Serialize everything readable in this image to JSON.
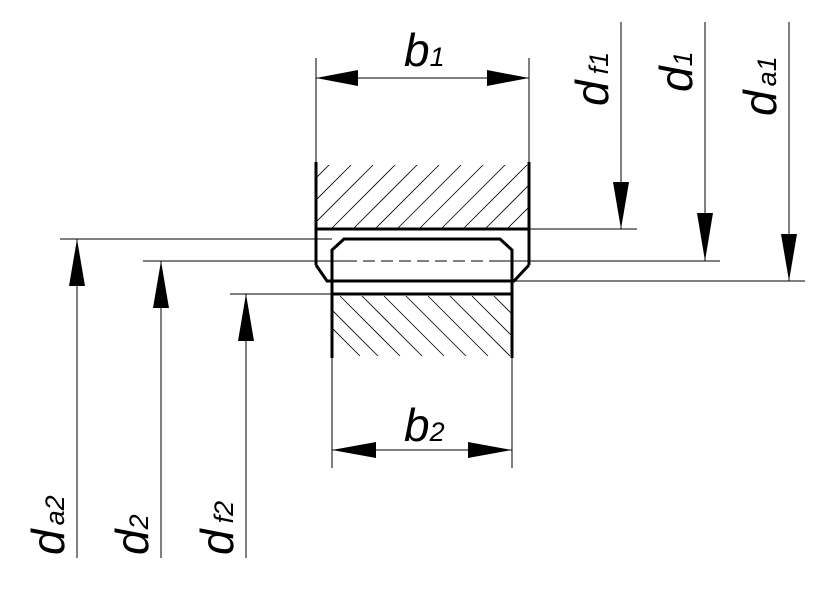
{
  "labels": {
    "b1": {
      "main": "b",
      "sub": "1"
    },
    "b2": {
      "main": "b",
      "sub": "2"
    },
    "df1": {
      "main": "d",
      "sub": "f1"
    },
    "d1": {
      "main": "d",
      "sub": "1"
    },
    "da1": {
      "main": "d",
      "sub": "a1"
    },
    "da2": {
      "main": "d",
      "sub": "a2"
    },
    "d2": {
      "main": "d",
      "sub": "2"
    },
    "df2": {
      "main": "d",
      "sub": "f2"
    }
  },
  "colors": {
    "line": "#000000",
    "background": "#ffffff"
  }
}
